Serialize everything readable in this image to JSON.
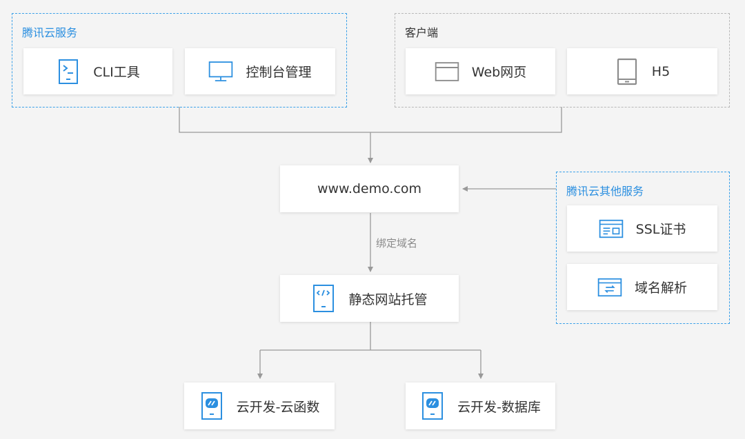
{
  "groups": {
    "tencent_cloud_services": {
      "label": "腾讯云服务"
    },
    "client": {
      "label": "客户端"
    },
    "tencent_other_services": {
      "label": "腾讯云其他服务"
    }
  },
  "nodes": {
    "cli_tool": {
      "label": "CLI工具",
      "icon": "terminal-icon"
    },
    "console": {
      "label": "控制台管理",
      "icon": "monitor-icon"
    },
    "web_page": {
      "label": "Web网页",
      "icon": "browser-window-icon"
    },
    "h5": {
      "label": "H5",
      "icon": "tablet-icon"
    },
    "domain": {
      "label": "www.demo.com"
    },
    "ssl_cert": {
      "label": "SSL证书",
      "icon": "certificate-icon"
    },
    "dns": {
      "label": "域名解析",
      "icon": "dns-icon"
    },
    "static_hosting": {
      "label": "静态网站托管",
      "icon": "code-file-icon"
    },
    "cloud_function": {
      "label": "云开发-云函数",
      "icon": "cloudbase-icon"
    },
    "cloud_database": {
      "label": "云开发-数据库",
      "icon": "cloudbase-icon"
    }
  },
  "edges": {
    "bind_domain": {
      "label": "绑定域名"
    }
  },
  "colors": {
    "accent": "#2b8fe0",
    "icon_gray": "#8c8c8c",
    "connector": "#999999",
    "background": "#f4f4f4"
  }
}
